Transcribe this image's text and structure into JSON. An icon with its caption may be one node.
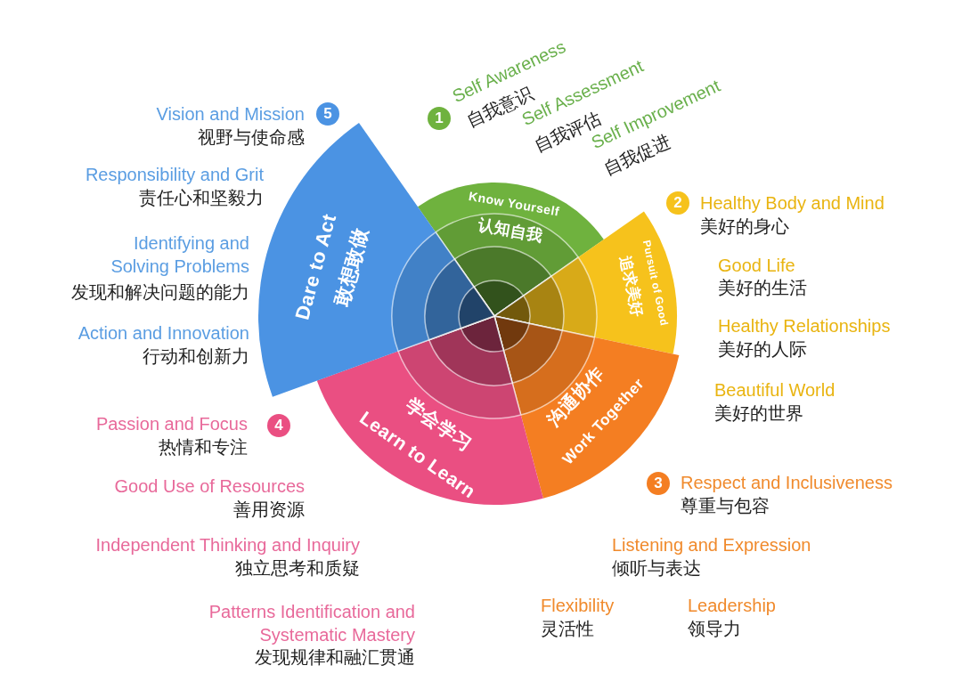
{
  "diagram": {
    "nodes": [
      {
        "text": [
          "Know Yourself",
          "认知自我"
        ]
      },
      {
        "text": [
          "Pursuit of Good",
          "追求美好"
        ]
      },
      {
        "text": [
          "沟通协作",
          "Work Together"
        ]
      },
      {
        "text": [
          "学会学习",
          "Learn to Learn"
        ]
      },
      {
        "text": [
          "Dare to Act",
          "敢想敢做"
        ]
      }
    ],
    "labels": [
      "1",
      "Self Awareness",
      "自我意识",
      "Self Assessment",
      "自我评估",
      "Self Improvement",
      "自我促进",
      "2",
      "Healthy Body and Mind",
      "美好的身心",
      "Good Life",
      "美好的生活",
      "Healthy Relationships",
      "美好的人际",
      "Beautiful World",
      "美好的世界",
      "3",
      "Respect and Inclusiveness",
      "尊重与包容",
      "Listening and Expression",
      "倾听与表达",
      "Flexibility",
      "灵活性",
      "Leadership",
      "领导力",
      "4",
      "Passion and Focus",
      "热情和专注",
      "Good Use of Resources",
      "善用资源",
      "Independent Thinking and Inquiry",
      "独立思考和质疑",
      "Patterns Identification and Systematic Mastery",
      "发现规律和融汇贯通",
      "5",
      "Vision and Mission",
      "视野与使命感",
      "Responsibility and Grit",
      "责任心和坚毅力",
      "Identifying and Solving Problems",
      "发现和解决问题的能力",
      "Action and Innovation",
      "行动和创新力"
    ]
  }
}
